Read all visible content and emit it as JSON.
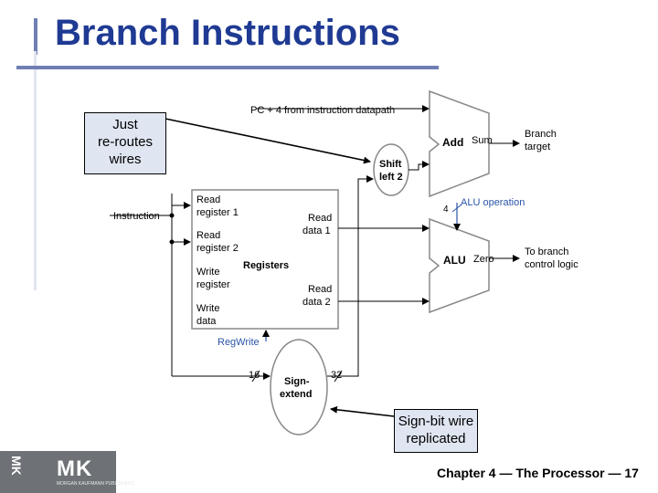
{
  "slide": {
    "title": "Branch Instructions",
    "footer": "Chapter 4 — The Processor — 17"
  },
  "callouts": {
    "wires": [
      "Just",
      "re-routes",
      "wires"
    ],
    "sign_bit": [
      "Sign-bit wire",
      "replicated"
    ]
  },
  "logo": {
    "mark": "MK",
    "side_mark": "MK",
    "publisher": "MORGAN KAUFMANN PUBLISHERS"
  },
  "diagram": {
    "pc4_label": "PC + 4 from instruction datapath",
    "add_label": "Add",
    "sum_label": "Sum",
    "branch_target": [
      "Branch",
      "target"
    ],
    "shift_left": [
      "Shift",
      "left 2"
    ],
    "alu_operation": "ALU operation",
    "alu_op_bits": "4",
    "alu_label": "ALU",
    "zero_label": "Zero",
    "branch_control": [
      "To branch",
      "control logic"
    ],
    "instruction_label": "Instruction",
    "reg_read1": [
      "Read",
      "register 1"
    ],
    "reg_read2": [
      "Read",
      "register 2"
    ],
    "reg_write": [
      "Write",
      "register"
    ],
    "write_data": [
      "Write",
      "data"
    ],
    "registers_label": "Registers",
    "read_data1": [
      "Read",
      "data 1"
    ],
    "read_data2": [
      "Read",
      "data 2"
    ],
    "regwrite_label": "RegWrite",
    "sign_extend": [
      "Sign-",
      "extend"
    ],
    "bits_in": "16",
    "bits_out": "32"
  },
  "colors": {
    "title": "#1f3a93",
    "accent_bar": "#6f7fb3",
    "control": "#2a55a8",
    "callout_fill": "#dfe5f1"
  }
}
